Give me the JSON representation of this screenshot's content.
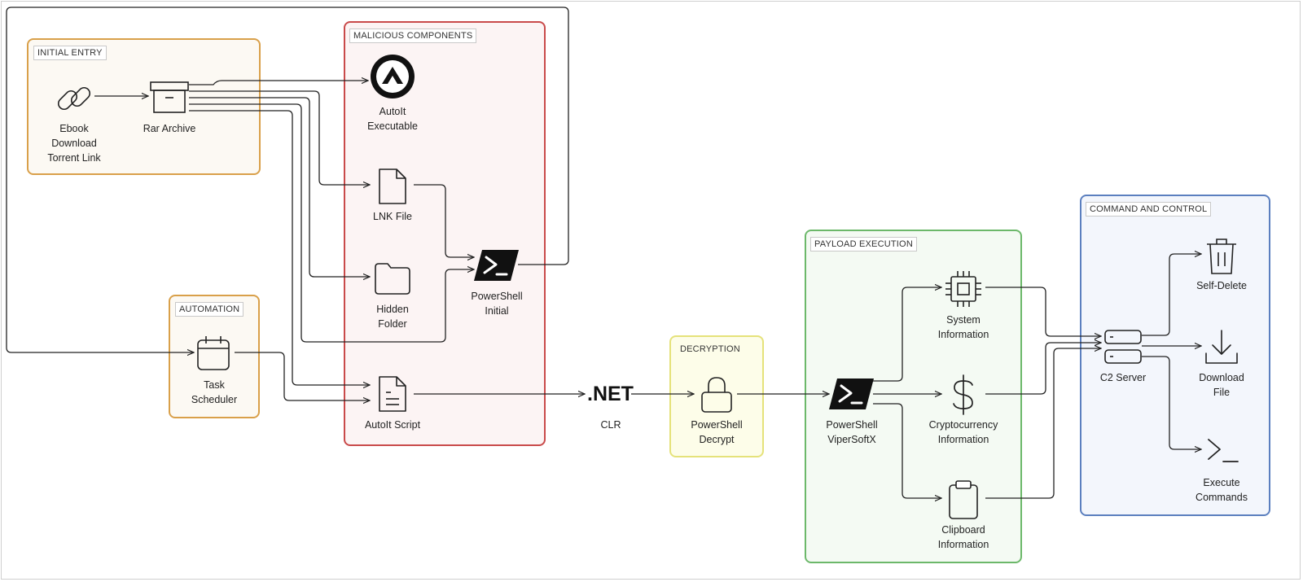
{
  "panels": {
    "initial_entry": "INITIAL ENTRY",
    "malicious_components": "MALICIOUS COMPONENTS",
    "automation": "AUTOMATION",
    "decryption": "DECRYPTION",
    "payload_execution": "PAYLOAD EXECUTION",
    "command_and_control": "COMMAND AND CONTROL"
  },
  "nodes": {
    "ebook": [
      "Ebook",
      "Download",
      "Torrent Link"
    ],
    "rar": [
      "Rar Archive"
    ],
    "autoit_exe": [
      "AutoIt",
      "Executable"
    ],
    "lnk": [
      "LNK File"
    ],
    "hidden_folder": [
      "Hidden",
      "Folder"
    ],
    "ps_initial": [
      "PowerShell",
      "Initial"
    ],
    "task_scheduler": [
      "Task",
      "Scheduler"
    ],
    "autoit_script": [
      "AutoIt Script"
    ],
    "net_logo": ".NET",
    "clr": [
      "CLR"
    ],
    "ps_decrypt": [
      "PowerShell",
      "Decrypt"
    ],
    "ps_vipersoftx": [
      "PowerShell",
      "ViperSoftX"
    ],
    "system_info": [
      "System",
      "Information"
    ],
    "crypto_info": [
      "Cryptocurrency",
      "Information"
    ],
    "clipboard_info": [
      "Clipboard",
      "Information"
    ],
    "c2_server": [
      "C2 Server"
    ],
    "self_delete": [
      "Self-Delete"
    ],
    "download_file": [
      "Download",
      "File"
    ],
    "execute_commands": [
      "Execute",
      "Commands"
    ]
  },
  "colors": {
    "initial_entry": "#d9a04a",
    "malicious_components": "#c94a4a",
    "automation": "#d9a04a",
    "decryption": "#e5e27a",
    "payload_execution": "#6cb86a",
    "command_and_control": "#5b7fbf",
    "initial_entry_fill": "#fcf9f3",
    "malicious_components_fill": "#fcf4f4",
    "automation_fill": "#fcf9f3",
    "decryption_fill": "#fdfde9",
    "payload_execution_fill": "#f4faf3",
    "command_and_control_fill": "#f3f6fc"
  }
}
